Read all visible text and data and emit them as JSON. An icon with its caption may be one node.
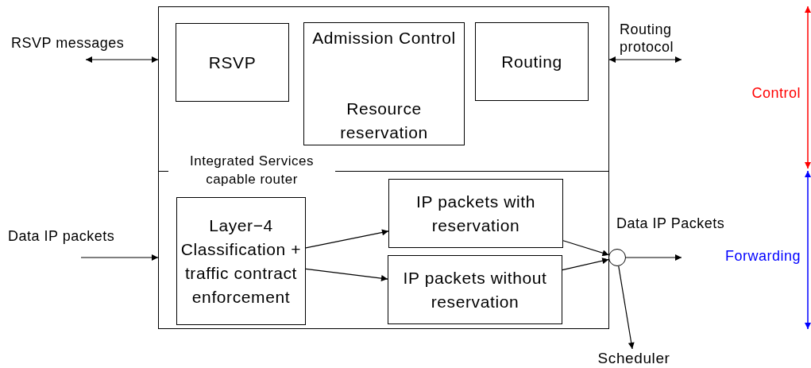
{
  "diagram": {
    "nodes": [
      {
        "text": [
          "Integrated Services capable router"
        ]
      },
      {
        "text": [
          "RSVP"
        ],
        "in": 0
      },
      {
        "text": [
          "Admission Control",
          "Resource reservation"
        ],
        "in": 0
      },
      {
        "text": [
          "Routing"
        ],
        "in": 0
      },
      {
        "text": [
          "Layer−4 Classification + traffic contract enforcement"
        ],
        "in": 0
      },
      {
        "text": [
          "IP packets with reservation"
        ],
        "in": 0
      },
      {
        "text": [
          "IP packets without reservation"
        ],
        "in": 0
      },
      {
        "text": [],
        "shape": "circle"
      },
      {
        "text": [
          "Scheduler"
        ]
      }
    ],
    "edges": [
      {
        "from": null,
        "to": 0,
        "arrow": "both",
        "label": "RSVP messages"
      },
      {
        "from": 0,
        "to": null,
        "arrow": "both",
        "label": "Routing protocol"
      },
      {
        "from": null,
        "to": 0,
        "arrow": "to",
        "label": "Data IP packets"
      },
      {
        "from": 4,
        "to": 5,
        "arrow": "to"
      },
      {
        "from": 4,
        "to": 6,
        "arrow": "to"
      },
      {
        "from": 5,
        "to": 7,
        "arrow": "to"
      },
      {
        "from": 6,
        "to": 7,
        "arrow": "to"
      },
      {
        "from": 7,
        "to": null,
        "arrow": "to",
        "label": "Data IP Packets"
      },
      {
        "from": 7,
        "to": 8,
        "arrow": "to"
      }
    ],
    "labels": [
      "Control",
      "Forwarding"
    ]
  }
}
